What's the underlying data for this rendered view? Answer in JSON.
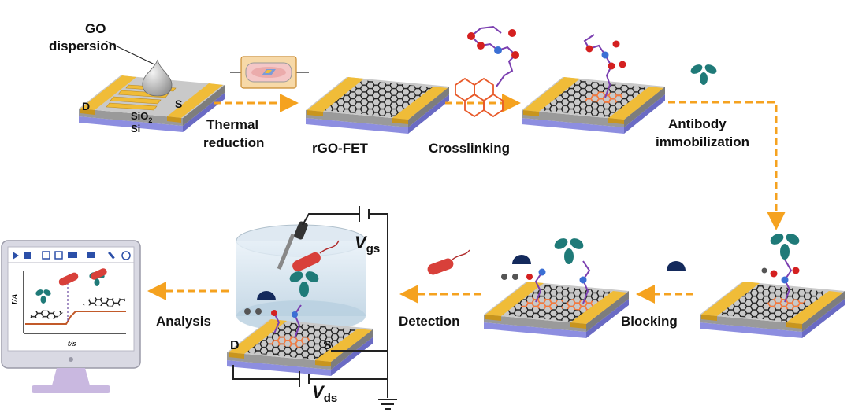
{
  "labels": {
    "go_line1": "GO",
    "go_line2": "dispersion",
    "drain": "D",
    "source": "S",
    "sio2_main": "SiO",
    "sio2_sub": "2",
    "si": "Si",
    "thermal_line1": "Thermal",
    "thermal_line2": "reduction",
    "rgo_fet": "rGO-FET",
    "crosslinking": "Crosslinking",
    "antibody_line1": "Antibody",
    "antibody_line2": "immobilization",
    "blocking": "Blocking",
    "detection": "Detection",
    "analysis": "Analysis",
    "drain2": "D",
    "source2": "S",
    "vgs_main": "V",
    "vgs_sub": "gs",
    "vds_main": "V",
    "vds_sub": "ds",
    "yaxis": "I/A",
    "xaxis": "t/s"
  },
  "colors": {
    "arrow": "#f5a21f",
    "electrode": "#f0bc38",
    "substrate_top": "#c9c9c9",
    "substrate_side": "#9a9a9a",
    "si_layer": "#8d8ee0",
    "lattice": "#1f1f1f",
    "antibody": "#1f7a78",
    "linker_ring": "#e85a2a",
    "linker_chain": "#7b3fb0",
    "oxygen": "#d42020",
    "nitrogen": "#3b6fd4",
    "bacterium": "#d8403a",
    "blocker": "#142a5c"
  }
}
